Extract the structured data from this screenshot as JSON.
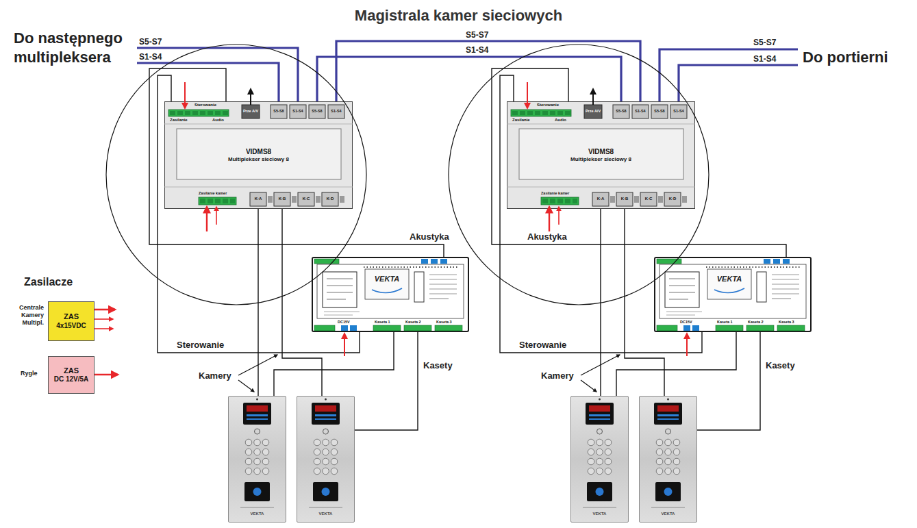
{
  "diagram": {
    "title": "Magistrala kamer sieciowych",
    "nodes": [
      {
        "text": [
          "VIDMS8",
          "Multiplekser sieciowy 8"
        ]
      },
      {
        "text": [
          "VIDMS8",
          "Multiplekser sieciowy 8"
        ]
      },
      {
        "text": [
          "VEKTA"
        ]
      },
      {
        "text": [
          "VEKTA"
        ]
      },
      {
        "text": [
          "VEKTA"
        ]
      },
      {
        "text": [
          "VEKTA"
        ]
      },
      {
        "text": [
          "VEKTA"
        ]
      },
      {
        "text": [
          "VEKTA"
        ]
      },
      {
        "text": [
          "ZAS",
          "4x15VDC"
        ]
      },
      {
        "text": [
          "ZAS",
          "DC 12V/5A"
        ]
      }
    ],
    "edges": [
      {
        "from": 0,
        "to": 1,
        "label": "S5-S7",
        "arrow": "none"
      },
      {
        "from": 0,
        "to": 1,
        "label": "S1-S4",
        "arrow": "none"
      },
      {
        "from": 0,
        "to": 2,
        "label": "Akustyka",
        "arrow": "none"
      },
      {
        "from": 0,
        "to": 2,
        "label": "Sterowanie",
        "arrow": "none"
      },
      {
        "from": 0,
        "to": 4,
        "arrow": "none"
      },
      {
        "from": 0,
        "to": 5,
        "arrow": "none"
      },
      {
        "from": 2,
        "to": 4,
        "arrow": "none"
      },
      {
        "from": 2,
        "to": 5,
        "arrow": "none"
      },
      {
        "from": 1,
        "to": 3,
        "label": "Akustyka",
        "arrow": "none"
      },
      {
        "from": 1,
        "to": 3,
        "label": "Sterowanie",
        "arrow": "none"
      },
      {
        "from": 1,
        "to": 6,
        "arrow": "none"
      },
      {
        "from": 1,
        "to": 7,
        "arrow": "none"
      },
      {
        "from": 3,
        "to": 6,
        "arrow": "none"
      },
      {
        "from": 3,
        "to": 7,
        "arrow": "none"
      }
    ],
    "labels": [
      "Do następnego multipleksera",
      "Do portierni",
      "S5-S7",
      "S1-S4",
      "S5-S7",
      "S1-S4",
      "Kamery",
      "Kasety",
      "Kamery",
      "Kasety",
      "Zasilacze",
      "Centrale Kamery Multipl.",
      "Rygle",
      "Sterowanie",
      "Zasilanie",
      "Audio",
      "Prze A/V",
      "S5-S8",
      "S1-S4",
      "S5-S8",
      "S1-S4",
      "Zasilanie kamer",
      "K-A",
      "K-B",
      "K-C",
      "K-D",
      "Sterowanie",
      "Zasilanie",
      "Audio",
      "Prze A/V",
      "S5-S8",
      "S1-S4",
      "S5-S8",
      "S1-S4",
      "Zasilanie kamer",
      "K-A",
      "K-B",
      "K-C",
      "K-D",
      "DC15V",
      "Kaseta 1",
      "Kaseta 2",
      "Kaseta 3",
      "DC15V",
      "Kaseta 1",
      "Kaseta 2",
      "Kaseta 3"
    ]
  }
}
